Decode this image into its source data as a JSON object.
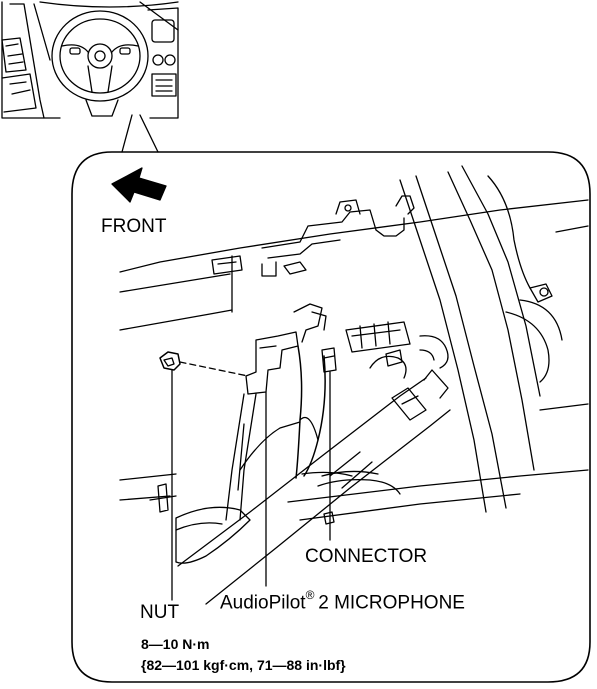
{
  "labels": {
    "front": "FRONT",
    "connector": "CONNECTOR",
    "nut": "NUT",
    "microphone_brand": "AudioPilot",
    "registered_mark": "®",
    "microphone_suffix": "2 MICROPHONE",
    "torque_nm": "8—10 N·m",
    "torque_alt": "{82—101 kgf·cm, 71—88 in·lbf}"
  }
}
